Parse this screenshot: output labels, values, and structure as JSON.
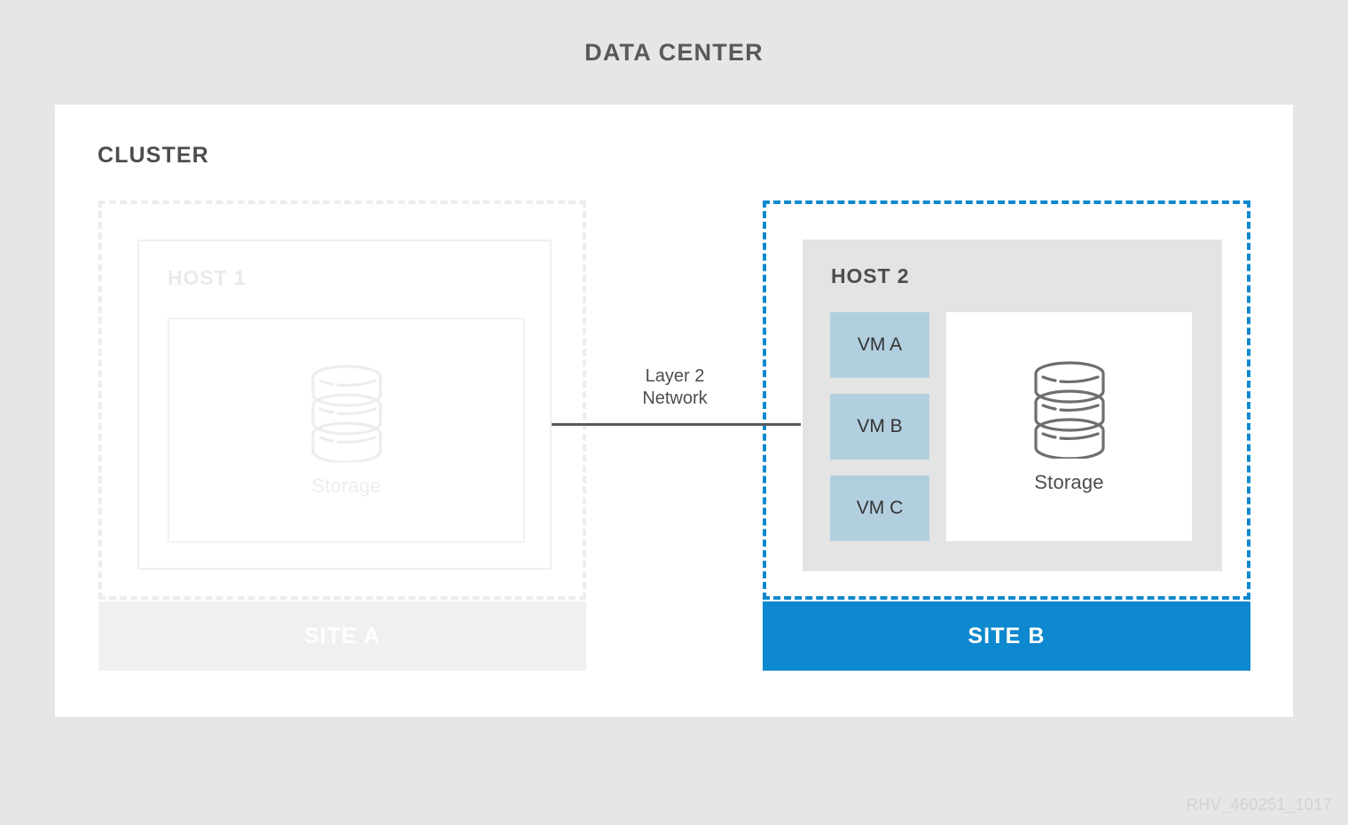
{
  "diagram": {
    "title": "DATA CENTER",
    "watermark": "RHV_460251_1017",
    "background_color": "#e6e6e6"
  },
  "cluster": {
    "title": "CLUSTER",
    "panel_color": "#ffffff"
  },
  "network": {
    "label_line1": "Layer 2",
    "label_line2": "Network",
    "line_color": "#5a5a5a"
  },
  "sites": [
    {
      "id": "site-a",
      "name": "SITE A",
      "state": "inactive",
      "border_color": "#ededed",
      "bar_color": "#f0f0f0",
      "bar_text_color": "#ffffff",
      "host": {
        "name": "HOST 1",
        "box_color": "#ffffff",
        "storage": {
          "label": "Storage",
          "icon": "storage-cylinder-icon",
          "icon_color": "#ededed"
        },
        "vms": []
      }
    },
    {
      "id": "site-b",
      "name": "SITE B",
      "state": "active",
      "border_color": "#0e88ce",
      "bar_color": "#0e88ce",
      "bar_text_color": "#ffffff",
      "host": {
        "name": "HOST 2",
        "box_color": "#e4e4e4",
        "storage": {
          "label": "Storage",
          "icon": "storage-cylinder-icon",
          "icon_color": "#6e6e6e"
        },
        "vms": [
          {
            "label": "VM A",
            "color": "#b2cfdf"
          },
          {
            "label": "VM B",
            "color": "#b2cfdf"
          },
          {
            "label": "VM C",
            "color": "#b2cfdf"
          }
        ]
      }
    }
  ]
}
